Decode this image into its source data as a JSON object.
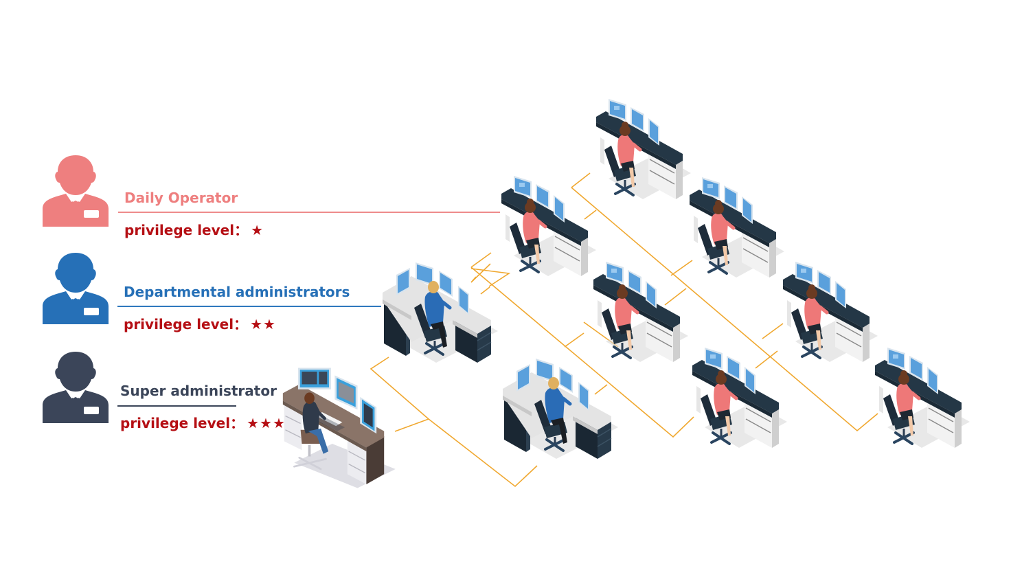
{
  "roles": [
    {
      "title": "Daily Operator",
      "privilege_label": "privilege level：",
      "stars": "★",
      "privilege_level": 1,
      "color": "#ee7f7f",
      "icon": "user-avatar-icon"
    },
    {
      "title": "Departmental administrators",
      "privilege_label": "privilege level：",
      "stars": "★★",
      "privilege_level": 2,
      "color": "#2670b7",
      "icon": "user-avatar-icon"
    },
    {
      "title": "Super administrator",
      "privilege_label": "privilege level：",
      "stars": "★★★",
      "privilege_level": 3,
      "color": "#3b4559",
      "icon": "user-avatar-icon"
    }
  ],
  "colors": {
    "privilege_text": "#b50f14",
    "network_line": "#f0a830",
    "desk_dark": "#233544",
    "desk_light": "#e8e8e8",
    "screen": "#5aa0dc",
    "operator_shirt": "#ee7878",
    "admin_shirt": "#2a6cb6"
  },
  "workstations": [
    {
      "type": "super-admin-desk",
      "role": "Super administrator"
    },
    {
      "type": "department-admin-desk",
      "role": "Departmental administrators"
    },
    {
      "type": "department-admin-desk",
      "role": "Departmental administrators"
    },
    {
      "type": "operator-desk",
      "role": "Daily Operator"
    },
    {
      "type": "operator-desk",
      "role": "Daily Operator"
    },
    {
      "type": "operator-desk",
      "role": "Daily Operator"
    },
    {
      "type": "operator-desk",
      "role": "Daily Operator"
    },
    {
      "type": "operator-desk",
      "role": "Daily Operator"
    },
    {
      "type": "operator-desk",
      "role": "Daily Operator"
    },
    {
      "type": "operator-desk",
      "role": "Daily Operator"
    }
  ]
}
